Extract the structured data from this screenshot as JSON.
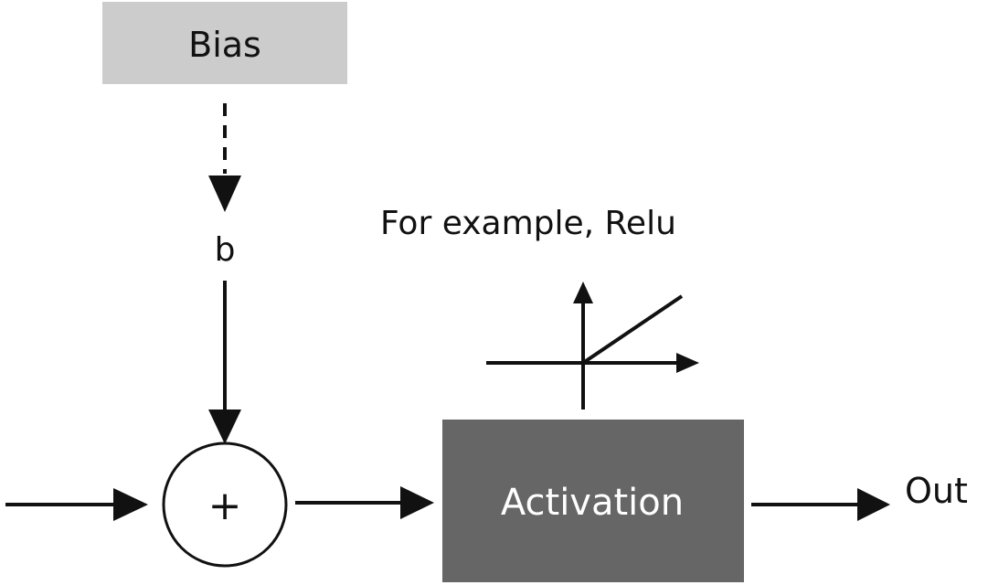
{
  "bias_box": {
    "label": "Bias",
    "fill": "#cccccc"
  },
  "bias_symbol": "b",
  "sum_node": {
    "symbol": "+"
  },
  "activation_box": {
    "label": "Activation",
    "fill": "#666666",
    "text_color": "#ffffff"
  },
  "activation_example": {
    "caption": "For example, Relu"
  },
  "output_label": "Out",
  "colors": {
    "stroke": "#111111",
    "background": "#ffffff"
  }
}
